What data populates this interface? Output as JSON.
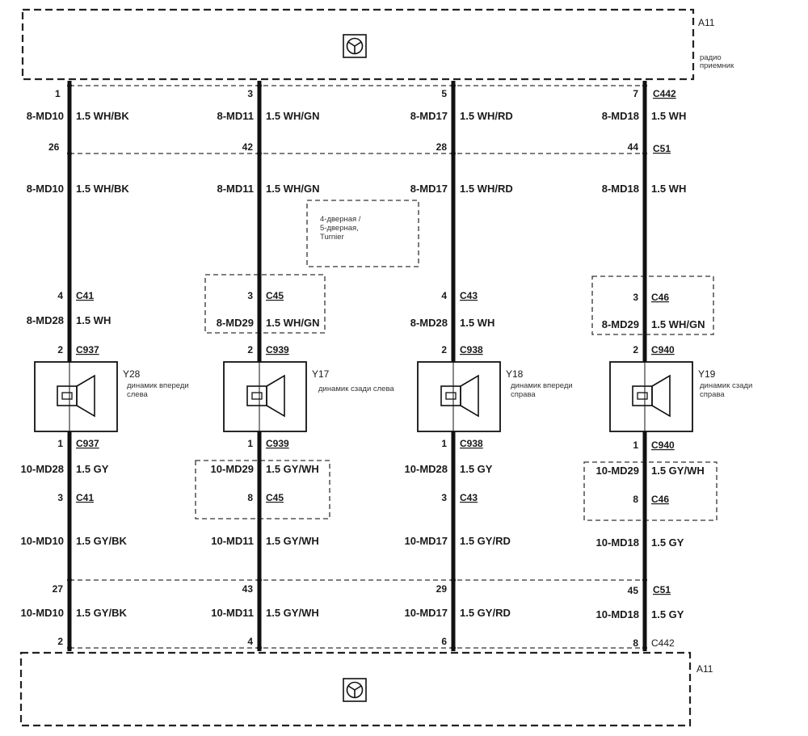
{
  "modules": {
    "top": {
      "id": "A11",
      "desc": "радио приемник",
      "icon": "steering-wheel-icon"
    },
    "bottom": {
      "id": "A11",
      "icon": "steering-wheel-icon"
    }
  },
  "connectors": {
    "top_upper": "C442",
    "top_lower": "C51",
    "bottom_upper": "C51",
    "bottom_lower": "C442"
  },
  "option_note": "4-дверная / 5-дверная, Turnier",
  "columns": [
    {
      "key": "front-left",
      "top_pins": [
        "1",
        "26"
      ],
      "bottom_pins": [
        "27",
        "2"
      ],
      "w1": {
        "circuit": "8-MD10",
        "spec": "1.5 WH/BK"
      },
      "w2": {
        "circuit": "8-MD10",
        "spec": "1.5 WH/BK"
      },
      "upper_conn": {
        "pin": "4",
        "name": "C41"
      },
      "w3": {
        "circuit": "8-MD28",
        "spec": "1.5 WH"
      },
      "speaker_top": {
        "pin": "2",
        "name": "C937"
      },
      "speaker": {
        "id": "Y28",
        "desc": "динамик впереди слева"
      },
      "speaker_bottom": {
        "pin": "1",
        "name": "C937"
      },
      "w4": {
        "circuit": "10-MD28",
        "spec": "1.5 GY"
      },
      "lower_conn": {
        "pin": "3",
        "name": "C41"
      },
      "w5": {
        "circuit": "10-MD10",
        "spec": "1.5 GY/BK"
      },
      "w6": {
        "circuit": "10-MD10",
        "spec": "1.5 GY/BK"
      }
    },
    {
      "key": "rear-left",
      "top_pins": [
        "3",
        "42"
      ],
      "bottom_pins": [
        "43",
        "4"
      ],
      "w1": {
        "circuit": "8-MD11",
        "spec": "1.5 WH/GN"
      },
      "w2": {
        "circuit": "8-MD11",
        "spec": "1.5 WH/GN"
      },
      "upper_conn": {
        "pin": "3",
        "name": "C45"
      },
      "w3": {
        "circuit": "8-MD29",
        "spec": "1.5 WH/GN"
      },
      "speaker_top": {
        "pin": "2",
        "name": "C939"
      },
      "speaker": {
        "id": "Y17",
        "desc": "динамик сзади слева"
      },
      "speaker_bottom": {
        "pin": "1",
        "name": "C939"
      },
      "w4": {
        "circuit": "10-MD29",
        "spec": "1.5 GY/WH"
      },
      "lower_conn": {
        "pin": "8",
        "name": "C45"
      },
      "w5": {
        "circuit": "10-MD11",
        "spec": "1.5 GY/WH"
      },
      "w6": {
        "circuit": "10-MD11",
        "spec": "1.5 GY/WH"
      }
    },
    {
      "key": "front-right",
      "top_pins": [
        "5",
        "28"
      ],
      "bottom_pins": [
        "29",
        "6"
      ],
      "w1": {
        "circuit": "8-MD17",
        "spec": "1.5 WH/RD"
      },
      "w2": {
        "circuit": "8-MD17",
        "spec": "1.5 WH/RD"
      },
      "upper_conn": {
        "pin": "4",
        "name": "C43"
      },
      "w3": {
        "circuit": "8-MD28",
        "spec": "1.5 WH"
      },
      "speaker_top": {
        "pin": "2",
        "name": "C938"
      },
      "speaker": {
        "id": "Y18",
        "desc": "динамик впереди справа"
      },
      "speaker_bottom": {
        "pin": "1",
        "name": "C938"
      },
      "w4": {
        "circuit": "10-MD28",
        "spec": "1.5 GY"
      },
      "lower_conn": {
        "pin": "3",
        "name": "C43"
      },
      "w5": {
        "circuit": "10-MD17",
        "spec": "1.5 GY/RD"
      },
      "w6": {
        "circuit": "10-MD17",
        "spec": "1.5 GY/RD"
      }
    },
    {
      "key": "rear-right",
      "top_pins": [
        "7",
        "44"
      ],
      "bottom_pins": [
        "45",
        "8"
      ],
      "w1": {
        "circuit": "8-MD18",
        "spec": "1.5 WH"
      },
      "w2": {
        "circuit": "8-MD18",
        "spec": "1.5 WH"
      },
      "upper_conn": {
        "pin": "3",
        "name": "C46"
      },
      "w3": {
        "circuit": "8-MD29",
        "spec": "1.5 WH/GN"
      },
      "speaker_top": {
        "pin": "2",
        "name": "C940"
      },
      "speaker": {
        "id": "Y19",
        "desc": "динамик сзади справа"
      },
      "speaker_bottom": {
        "pin": "1",
        "name": "C940"
      },
      "w4": {
        "circuit": "10-MD29",
        "spec": "1.5 GY/WH"
      },
      "lower_conn": {
        "pin": "8",
        "name": "C46"
      },
      "w5": {
        "circuit": "10-MD18",
        "spec": "1.5 GY"
      },
      "w6": {
        "circuit": "10-MD18",
        "spec": "1.5 GY"
      }
    }
  ]
}
